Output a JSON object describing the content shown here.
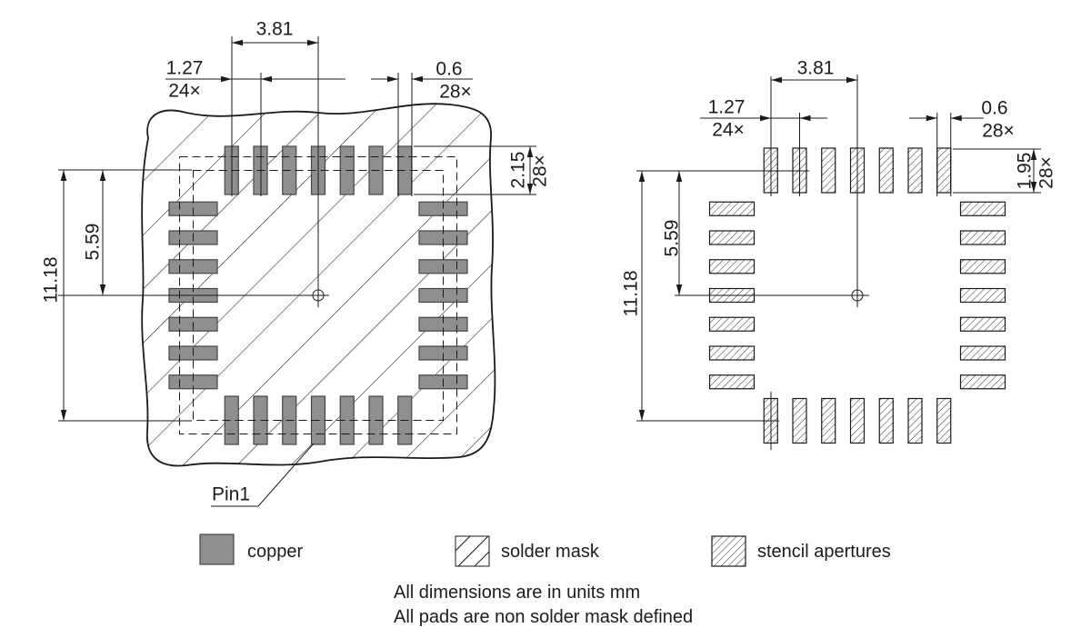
{
  "colors": {
    "copper_fill": "#8f8f8f",
    "copper_stroke": "#454545",
    "line_color": "#1a1a1a"
  },
  "left_figure": {
    "center_pitch": "3.81",
    "pitch": "1.27",
    "pitch_count": "24×",
    "pad_width": "0.6",
    "pad_width_count": "28×",
    "pad_length": "2.15",
    "pad_length_count": "28×",
    "half_span": "5.59",
    "row_span": "11.18",
    "pin1_label": "Pin1"
  },
  "right_figure": {
    "center_pitch": "3.81",
    "pitch": "1.27",
    "pitch_count": "24×",
    "aperture_width": "0.6",
    "aperture_width_count": "28×",
    "aperture_length": "1.95",
    "aperture_length_count": "28×",
    "half_span": "5.59",
    "row_span": "11.18"
  },
  "legend": {
    "copper": "copper",
    "solder_mask": "solder mask",
    "stencil_apertures": "stencil apertures"
  },
  "notes": {
    "line1": "All dimensions are in units mm",
    "line2": "All pads are non solder mask defined"
  }
}
